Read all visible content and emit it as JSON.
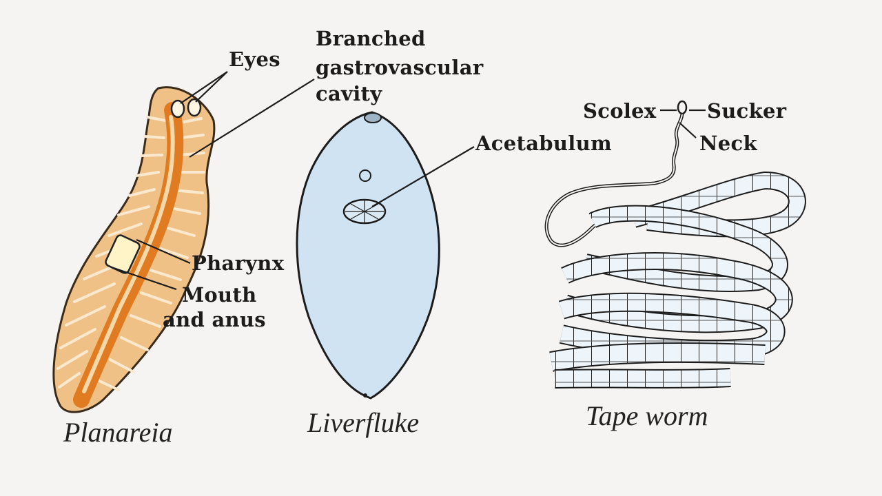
{
  "labels": {
    "eyes": "Eyes",
    "branched_line1": "Branched",
    "branched_line2": "gastrovascular",
    "branched_line3": "cavity",
    "pharynx": "Pharynx",
    "mouth_line1": "Mouth",
    "mouth_line2": "and anus",
    "acetabulum": "Acetabulum",
    "scolex": "Scolex",
    "sucker": "Sucker",
    "neck": "Neck"
  },
  "captions": {
    "planaria": "Planareia",
    "liverfluke": "Liverfluke",
    "tapeworm": "Tape worm"
  },
  "colors": {
    "background": "#f6f4f2",
    "planaria_body": "#f0c186",
    "planaria_gut": "#e07b22",
    "liverfluke_body": "#cfe3f3",
    "outline": "#1c1c1c"
  }
}
